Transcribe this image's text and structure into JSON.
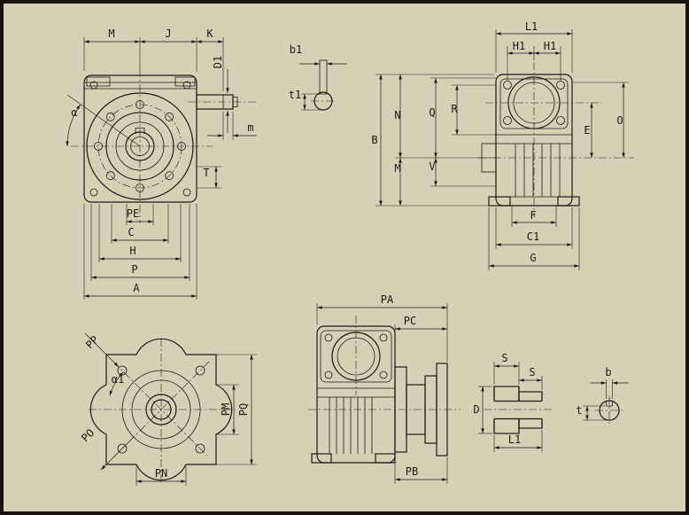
{
  "colors": {
    "background": "#d8d0b4",
    "ink": "#1a1a1a",
    "frame": "#15130c"
  },
  "labels": {
    "front": {
      "M": "M",
      "J": "J",
      "K": "K",
      "D1": "D1",
      "alpha": "α",
      "m": "m",
      "T": "T",
      "PE": "PE",
      "C": "C",
      "H": "H",
      "P": "P",
      "A": "A"
    },
    "keyway_input": {
      "b1": "b1",
      "t1": "t1"
    },
    "side": {
      "L1": "L1",
      "H1_left": "H1",
      "H1_right": "H1",
      "B": "B",
      "N": "N",
      "M": "M",
      "Q": "Q",
      "R": "R",
      "V": "V",
      "O": "O",
      "E": "E",
      "F": "F",
      "C1": "C1",
      "G": "G"
    },
    "rear": {
      "PP": "PP",
      "alpha1": "α1",
      "PO": "PO",
      "PM": "PM",
      "PQ": "PQ",
      "PN": "PN"
    },
    "side_output": {
      "PA": "PA",
      "PC": "PC",
      "PB": "PB"
    },
    "bushing": {
      "S_left": "S",
      "S_right": "S",
      "D": "D",
      "L1": "L1"
    },
    "keyway_output": {
      "b": "b",
      "t": "t"
    }
  }
}
